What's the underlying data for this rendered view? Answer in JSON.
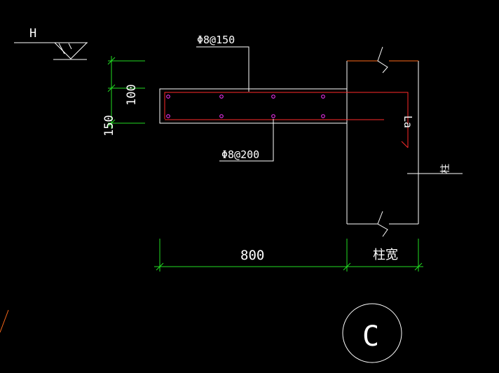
{
  "labels": {
    "elevation_mark": "H",
    "top_rebar": "Φ8@150",
    "bottom_rebar": "Φ8@200",
    "anchorage": "La",
    "column": "柱",
    "dim_100": "100",
    "dim_150": "150",
    "dim_800": "800",
    "dim_column_width": "柱宽",
    "section_mark": "C"
  },
  "colors": {
    "background": "#000000",
    "outline": "#ffffff",
    "dimension": "#22dd22",
    "rebar": "#ff2a2a",
    "rebar_dot": "#ff33ff",
    "break_edge": "#ff6a1a"
  }
}
